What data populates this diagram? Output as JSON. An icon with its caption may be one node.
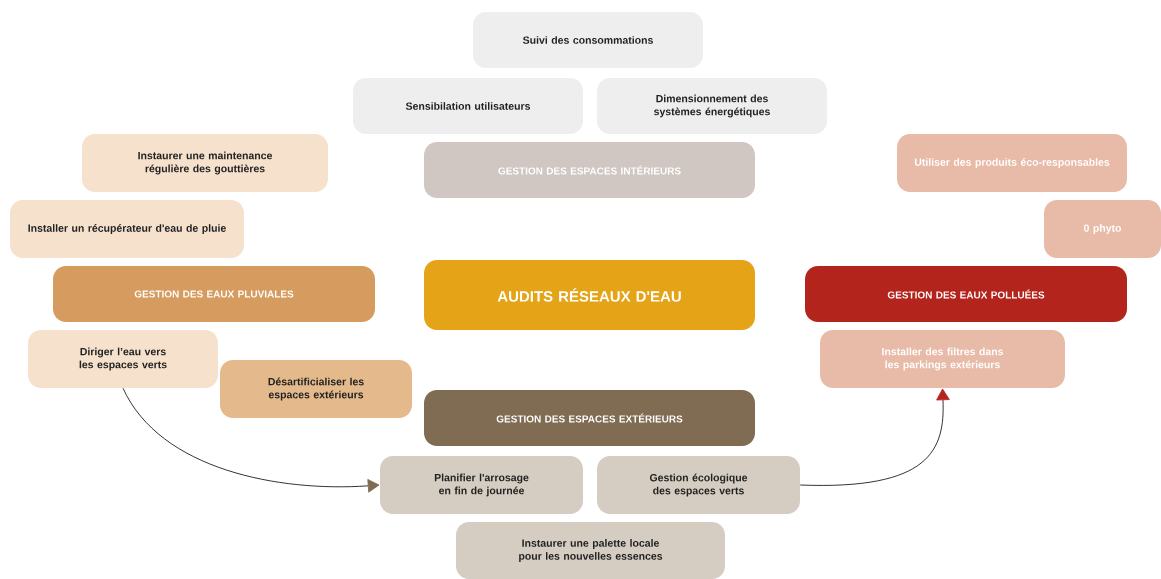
{
  "diagram": {
    "nodes": [
      {
        "text": [
          "Suivi des consommations"
        ]
      },
      {
        "text": [
          "Sensibilation utilisateurs"
        ]
      },
      {
        "text": [
          "Dimensionnement des systèmes énergétiques"
        ]
      },
      {
        "text": [
          "GESTION DES ESPACES INTÉRIEURS"
        ]
      },
      {
        "text": [
          "Instaurer une maintenance régulière des gouttières"
        ]
      },
      {
        "text": [
          "Utiliser des produits éco-responsables"
        ]
      },
      {
        "text": [
          "Installer un récupérateur d'eau de pluie"
        ]
      },
      {
        "text": [
          "0 phyto"
        ]
      },
      {
        "text": [
          "GESTION DES EAUX PLUVIALES"
        ]
      },
      {
        "text": [
          "AUDITS RÉSEAUX D'EAU"
        ]
      },
      {
        "text": [
          "GESTION DES EAUX POLLUÉES"
        ]
      },
      {
        "text": [
          "Diriger l’eau vers les espaces verts"
        ]
      },
      {
        "text": [
          "Installer des filtres dans les parkings extérieurs"
        ]
      },
      {
        "text": [
          "Désartificialiser les espaces extérieurs"
        ]
      },
      {
        "text": [
          "GESTION DES ESPACES EXTÉRIEURS"
        ]
      },
      {
        "text": [
          "Planifier l'arrosage en fin de journée"
        ]
      },
      {
        "text": [
          "Gestion écologique des espaces verts"
        ]
      },
      {
        "text": [
          "Instaurer une palette locale pour les nouvelles essences"
        ]
      }
    ],
    "edges": [
      {
        "from": 11,
        "to": 15,
        "arrow": "to"
      },
      {
        "from": 16,
        "to": 12,
        "arrow": "to"
      }
    ]
  }
}
